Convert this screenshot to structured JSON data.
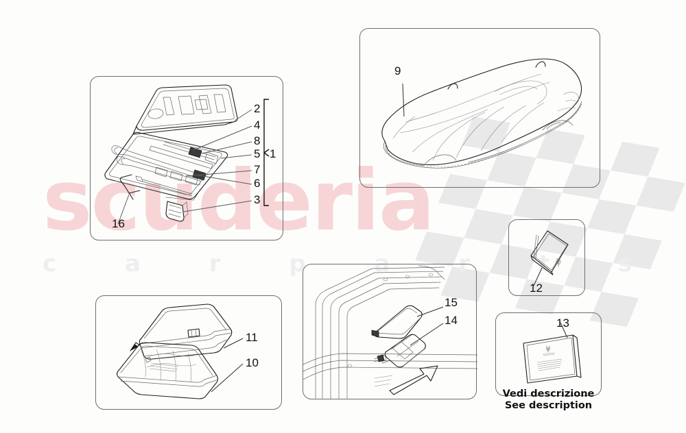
{
  "document": {
    "type": "automotive-parts-exploded-diagram",
    "background_color": "#fdfefc",
    "line_color": "#1d1d1d"
  },
  "watermark": {
    "brand": "scuderia",
    "tagline": "c a r   p a r t s",
    "brand_color": "#f7d5d7",
    "tagline_color": "#eeeeee",
    "flag_color": "#e8e8e8"
  },
  "panels": [
    {
      "id": "toolkit",
      "name": "tool-kit-panel",
      "callouts": [
        "2",
        "4",
        "8",
        "5",
        "7",
        "6",
        "3"
      ],
      "group_callout": "1",
      "extra_callout": "16"
    },
    {
      "id": "car-cover",
      "name": "car-cover-panel",
      "callouts": [
        "9"
      ]
    },
    {
      "id": "first-aid",
      "name": "first-aid-kit-panel",
      "callouts": [
        "11",
        "10"
      ]
    },
    {
      "id": "luggage",
      "name": "luggage-compartment-panel",
      "callouts": [
        "15",
        "14"
      ]
    },
    {
      "id": "manual",
      "name": "owners-manual-panel",
      "callouts": [
        "12"
      ]
    },
    {
      "id": "booklet",
      "name": "service-booklet-panel",
      "callouts": [
        "13"
      ],
      "caption_it": "Vedi descrizione",
      "caption_en": "See description"
    }
  ],
  "callouts": {
    "n1": "1",
    "n2": "2",
    "n3": "3",
    "n4": "4",
    "n5": "5",
    "n6": "6",
    "n7": "7",
    "n8": "8",
    "n9": "9",
    "n10": "10",
    "n11": "11",
    "n12": "12",
    "n13": "13",
    "n14": "14",
    "n15": "15",
    "n16": "16"
  },
  "captions": {
    "booklet_italian": "Vedi descrizione",
    "booklet_english": "See description"
  }
}
